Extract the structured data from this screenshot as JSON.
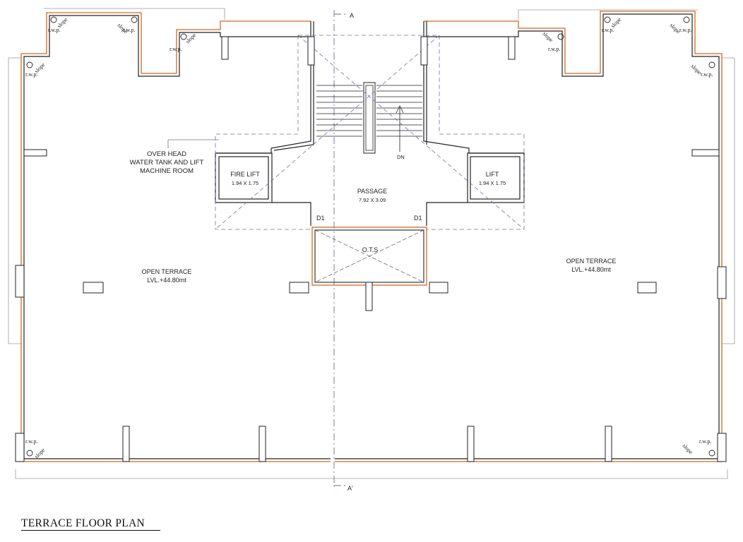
{
  "title": "TERRACE FLOOR PLAN",
  "colors": {
    "line": "#222222",
    "outline_accent": "#d2691e",
    "guide": "#7070a8",
    "faint": "#9a9a9a"
  },
  "section": {
    "top": "A",
    "bottom": "A'"
  },
  "rooms": {
    "overhead": [
      "OVER HEAD",
      "WATER TANK AND LIFT",
      "MACHINE ROOM"
    ],
    "fire_lift": {
      "name": "FIRE LIFT",
      "dims": "1.94 X 1.75"
    },
    "lift": {
      "name": "LIFT",
      "dims": "1.94 X 1.75"
    },
    "passage": {
      "name": "PASSAGE",
      "dims": "7.92 X 3.09"
    },
    "ots": "O.T.S",
    "terrace_left": {
      "name": "OPEN TERRACE",
      "level": "LVL.+44.80mt"
    },
    "terrace_right": {
      "name": "OPEN TERRACE",
      "level": "LVL.+44.80mt"
    }
  },
  "doors": {
    "left": "D1",
    "right": "D1"
  },
  "stair": {
    "direction": "DN"
  },
  "drainage": {
    "outlet": "r.w.p.",
    "slope": "slope"
  }
}
